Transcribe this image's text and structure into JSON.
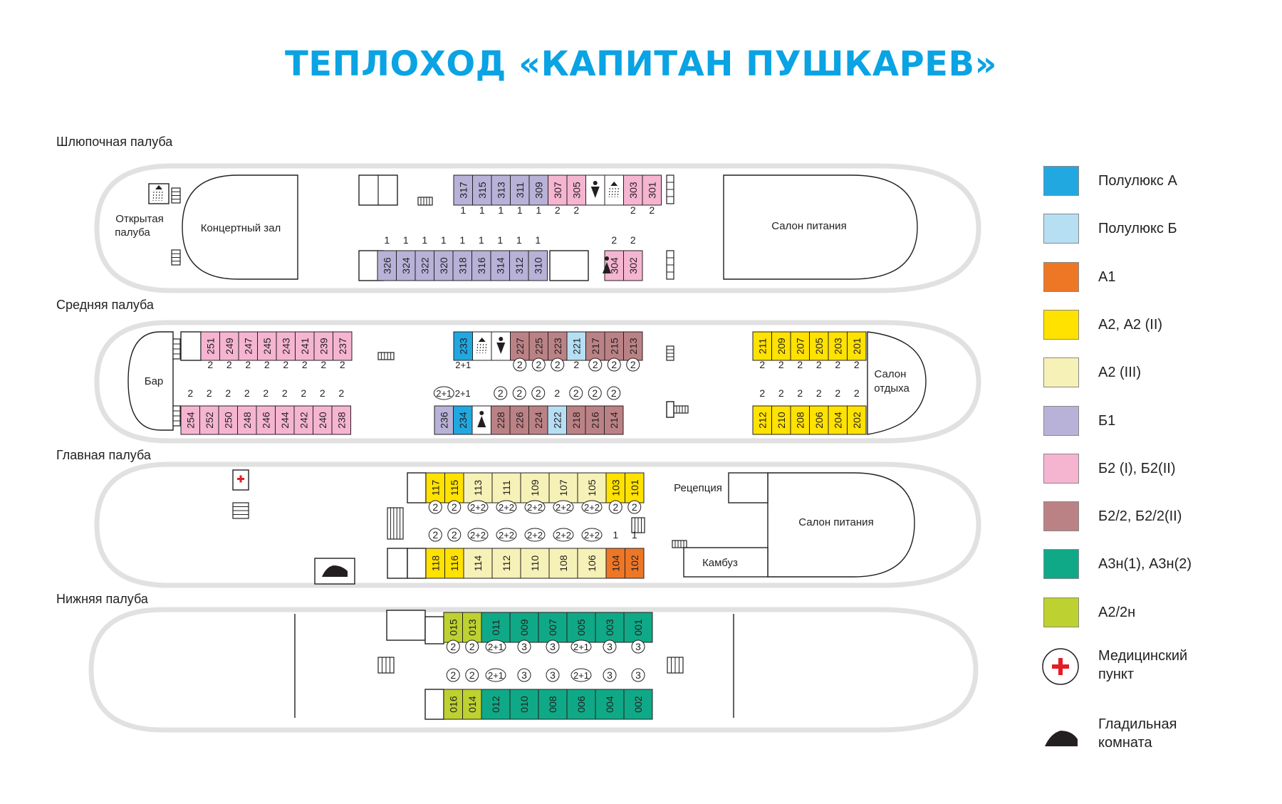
{
  "title": "ТЕПЛОХОД «КАПИТАН ПУШКАРЕВ»",
  "decks": {
    "boat": "Шлюпочная палуба",
    "middle": "Средняя палуба",
    "main": "Главная палуба",
    "lower": "Нижняя палуба"
  },
  "rooms": {
    "open_deck_1": "Открытая",
    "open_deck_2": "палуба",
    "concert_hall": "Концертный зал",
    "dining_salon_top": "Салон питания",
    "bar": "Бар",
    "lounge_1": "Салон",
    "lounge_2": "отдыха",
    "reception": "Рецепция",
    "dining_salon_main": "Салон питания",
    "galley": "Камбуз"
  },
  "colors": {
    "title": "#0aa3e3",
    "cat_pla": "#21a8e1",
    "cat_plb": "#b6dff4",
    "cat_a1": "#ee7726",
    "cat_a2": "#ffe200",
    "cat_a2_3": "#f6f1b6",
    "cat_b1": "#b8b2d8",
    "cat_b2": "#f5b5d1",
    "cat_b2_2": "#bb8286",
    "cat_a3n": "#10a987",
    "cat_a2_2n": "#bdd230",
    "hull": "#e1e1e1",
    "medical": "#e31e24"
  },
  "legend": [
    {
      "key": "cat_pla",
      "label": "Полулюкс А"
    },
    {
      "key": "cat_plb",
      "label": "Полулюкс Б"
    },
    {
      "key": "cat_a1",
      "label": "А1"
    },
    {
      "key": "cat_a2",
      "label": "А2, А2 (II)"
    },
    {
      "key": "cat_a2_3",
      "label": "А2 (III)"
    },
    {
      "key": "cat_b1",
      "label": "Б1"
    },
    {
      "key": "cat_b2",
      "label": "Б2 (I), Б2(II)"
    },
    {
      "key": "cat_b2_2",
      "label": "Б2/2, Б2/2(II)"
    },
    {
      "key": "cat_a3n",
      "label": "А3н(1), А3н(2)"
    },
    {
      "key": "cat_a2_2n",
      "label": "А2/2н"
    }
  ],
  "legend_medical": {
    "icon": "medical-cross-icon",
    "line1": "Медицинский",
    "line2": "пункт"
  },
  "legend_iron": {
    "icon": "iron-icon",
    "line1": "Гладильная",
    "line2": "комната"
  },
  "cabin_rows": [
    {
      "id": "boat-top",
      "labels": [
        {
          "v": "317",
          "c": "cat_b1",
          "b": "1"
        },
        {
          "v": "315",
          "c": "cat_b1",
          "b": "1"
        },
        {
          "v": "313",
          "c": "cat_b1",
          "b": "1"
        },
        {
          "v": "311",
          "c": "cat_b1",
          "b": "1"
        },
        {
          "v": "309",
          "c": "cat_b1",
          "b": "1"
        },
        {
          "v": "307",
          "c": "cat_b2",
          "b": "2"
        },
        {
          "v": "305",
          "c": "cat_b2",
          "b": "2"
        },
        {
          "v": "",
          "c": "white",
          "b": "",
          "icon": "toilet-female-icon"
        },
        {
          "v": "",
          "c": "white",
          "b": "",
          "icon": "shower-icon"
        },
        {
          "v": "303",
          "c": "cat_b2",
          "b": "2"
        },
        {
          "v": "301",
          "c": "cat_b2",
          "b": "2"
        }
      ]
    },
    {
      "id": "boat-bottom",
      "labels": [
        {
          "v": "326",
          "c": "cat_b1",
          "b": "1"
        },
        {
          "v": "324",
          "c": "cat_b1",
          "b": "1"
        },
        {
          "v": "322",
          "c": "cat_b1",
          "b": "1"
        },
        {
          "v": "320",
          "c": "cat_b1",
          "b": "1"
        },
        {
          "v": "318",
          "c": "cat_b1",
          "b": "1"
        },
        {
          "v": "316",
          "c": "cat_b1",
          "b": "1"
        },
        {
          "v": "314",
          "c": "cat_b1",
          "b": "1"
        },
        {
          "v": "312",
          "c": "cat_b1",
          "b": "1"
        },
        {
          "v": "310",
          "c": "cat_b1",
          "b": "1"
        },
        {
          "v": "304",
          "c": "cat_b2",
          "b": "2"
        },
        {
          "v": "302",
          "c": "cat_b2",
          "b": "2"
        }
      ]
    },
    {
      "id": "mid-left-top",
      "labels": [
        {
          "v": "251",
          "c": "cat_b2",
          "b": "2"
        },
        {
          "v": "249",
          "c": "cat_b2",
          "b": "2"
        },
        {
          "v": "247",
          "c": "cat_b2",
          "b": "2"
        },
        {
          "v": "245",
          "c": "cat_b2",
          "b": "2"
        },
        {
          "v": "243",
          "c": "cat_b2",
          "b": "2"
        },
        {
          "v": "241",
          "c": "cat_b2",
          "b": "2"
        },
        {
          "v": "239",
          "c": "cat_b2",
          "b": "2"
        },
        {
          "v": "237",
          "c": "cat_b2",
          "b": "2"
        }
      ]
    },
    {
      "id": "mid-left-bottom",
      "labels": [
        {
          "v": "254",
          "c": "cat_b2",
          "b": "2"
        },
        {
          "v": "252",
          "c": "cat_b2",
          "b": "2"
        },
        {
          "v": "250",
          "c": "cat_b2",
          "b": "2"
        },
        {
          "v": "248",
          "c": "cat_b2",
          "b": "2"
        },
        {
          "v": "246",
          "c": "cat_b2",
          "b": "2"
        },
        {
          "v": "244",
          "c": "cat_b2",
          "b": "2"
        },
        {
          "v": "242",
          "c": "cat_b2",
          "b": "2"
        },
        {
          "v": "240",
          "c": "cat_b2",
          "b": "2"
        },
        {
          "v": "238",
          "c": "cat_b2",
          "b": "2"
        }
      ]
    },
    {
      "id": "mid-center-top",
      "labels": [
        {
          "v": "233",
          "c": "cat_pla",
          "b": "2+1"
        },
        {
          "v": "",
          "c": "white",
          "b": "",
          "icon": "shower-icon"
        },
        {
          "v": "",
          "c": "white",
          "b": "",
          "icon": "toilet-female-icon"
        },
        {
          "v": "227",
          "c": "cat_b2_2",
          "b": "(2)"
        },
        {
          "v": "225",
          "c": "cat_b2_2",
          "b": "(2)"
        },
        {
          "v": "223",
          "c": "cat_b2_2",
          "b": "(2)"
        },
        {
          "v": "221",
          "c": "cat_plb",
          "b": "2"
        },
        {
          "v": "217",
          "c": "cat_b2_2",
          "b": "(2)"
        },
        {
          "v": "215",
          "c": "cat_b2_2",
          "b": "(2)"
        },
        {
          "v": "213",
          "c": "cat_b2_2",
          "b": "(2)"
        }
      ]
    },
    {
      "id": "mid-center-bottom",
      "labels": [
        {
          "v": "236",
          "c": "cat_b1",
          "b": "(2+1)"
        },
        {
          "v": "234",
          "c": "cat_pla",
          "b": "2+1"
        },
        {
          "v": "",
          "c": "white",
          "b": "",
          "icon": "toilet-male-icon"
        },
        {
          "v": "228",
          "c": "cat_b2_2",
          "b": "(2)"
        },
        {
          "v": "226",
          "c": "cat_b2_2",
          "b": "(2)"
        },
        {
          "v": "224",
          "c": "cat_b2_2",
          "b": "(2)"
        },
        {
          "v": "222",
          "c": "cat_plb",
          "b": "2"
        },
        {
          "v": "218",
          "c": "cat_b2_2",
          "b": "(2)"
        },
        {
          "v": "216",
          "c": "cat_b2_2",
          "b": "(2)"
        },
        {
          "v": "214",
          "c": "cat_b2_2",
          "b": "(2)"
        }
      ]
    },
    {
      "id": "mid-right-top",
      "labels": [
        {
          "v": "211",
          "c": "cat_a2",
          "b": "2"
        },
        {
          "v": "209",
          "c": "cat_a2",
          "b": "2"
        },
        {
          "v": "207",
          "c": "cat_a2",
          "b": "2"
        },
        {
          "v": "205",
          "c": "cat_a2",
          "b": "2"
        },
        {
          "v": "203",
          "c": "cat_a2",
          "b": "2"
        },
        {
          "v": "201",
          "c": "cat_a2",
          "b": "2"
        }
      ]
    },
    {
      "id": "mid-right-bottom",
      "labels": [
        {
          "v": "212",
          "c": "cat_a2",
          "b": "2"
        },
        {
          "v": "210",
          "c": "cat_a2",
          "b": "2"
        },
        {
          "v": "208",
          "c": "cat_a2",
          "b": "2"
        },
        {
          "v": "206",
          "c": "cat_a2",
          "b": "2"
        },
        {
          "v": "204",
          "c": "cat_a2",
          "b": "2"
        },
        {
          "v": "202",
          "c": "cat_a2",
          "b": "2"
        }
      ]
    },
    {
      "id": "main-top",
      "labels": [
        {
          "v": "117",
          "c": "cat_a2",
          "b": "(2)"
        },
        {
          "v": "115",
          "c": "cat_a2",
          "b": "(2)"
        },
        {
          "v": "113",
          "c": "cat_a2_3",
          "b": "(2+2)"
        },
        {
          "v": "111",
          "c": "cat_a2_3",
          "b": "(2+2)"
        },
        {
          "v": "109",
          "c": "cat_a2_3",
          "b": "(2+2)"
        },
        {
          "v": "107",
          "c": "cat_a2_3",
          "b": "(2+2)"
        },
        {
          "v": "105",
          "c": "cat_a2_3",
          "b": "(2+2)"
        },
        {
          "v": "103",
          "c": "cat_a2",
          "b": "(2)"
        },
        {
          "v": "101",
          "c": "cat_a2",
          "b": "(2)"
        }
      ]
    },
    {
      "id": "main-bottom",
      "labels": [
        {
          "v": "118",
          "c": "cat_a2",
          "b": "(2)"
        },
        {
          "v": "116",
          "c": "cat_a2",
          "b": "(2)"
        },
        {
          "v": "114",
          "c": "cat_a2_3",
          "b": "(2+2)"
        },
        {
          "v": "112",
          "c": "cat_a2_3",
          "b": "(2+2)"
        },
        {
          "v": "110",
          "c": "cat_a2_3",
          "b": "(2+2)"
        },
        {
          "v": "108",
          "c": "cat_a2_3",
          "b": "(2+2)"
        },
        {
          "v": "106",
          "c": "cat_a2_3",
          "b": "(2+2)"
        },
        {
          "v": "104",
          "c": "cat_a1",
          "b": "1"
        },
        {
          "v": "102",
          "c": "cat_a1",
          "b": "1"
        }
      ]
    },
    {
      "id": "lower-top",
      "labels": [
        {
          "v": "015",
          "c": "cat_a2_2n",
          "b": "(2)"
        },
        {
          "v": "013",
          "c": "cat_a2_2n",
          "b": "(2)"
        },
        {
          "v": "011",
          "c": "cat_a3n",
          "b": "(2+1)"
        },
        {
          "v": "009",
          "c": "cat_a3n",
          "b": "(3)"
        },
        {
          "v": "007",
          "c": "cat_a3n",
          "b": "(3)"
        },
        {
          "v": "005",
          "c": "cat_a3n",
          "b": "(2+1)"
        },
        {
          "v": "003",
          "c": "cat_a3n",
          "b": "(3)"
        },
        {
          "v": "001",
          "c": "cat_a3n",
          "b": "(3)"
        }
      ]
    },
    {
      "id": "lower-bottom",
      "labels": [
        {
          "v": "016",
          "c": "cat_a2_2n",
          "b": "(2)"
        },
        {
          "v": "014",
          "c": "cat_a2_2n",
          "b": "(2)"
        },
        {
          "v": "012",
          "c": "cat_a3n",
          "b": "(2+1)"
        },
        {
          "v": "010",
          "c": "cat_a3n",
          "b": "(3)"
        },
        {
          "v": "008",
          "c": "cat_a3n",
          "b": "(3)"
        },
        {
          "v": "006",
          "c": "cat_a3n",
          "b": "(2+1)"
        },
        {
          "v": "004",
          "c": "cat_a3n",
          "b": "(3)"
        },
        {
          "v": "002",
          "c": "cat_a3n",
          "b": "(3)"
        }
      ]
    }
  ]
}
